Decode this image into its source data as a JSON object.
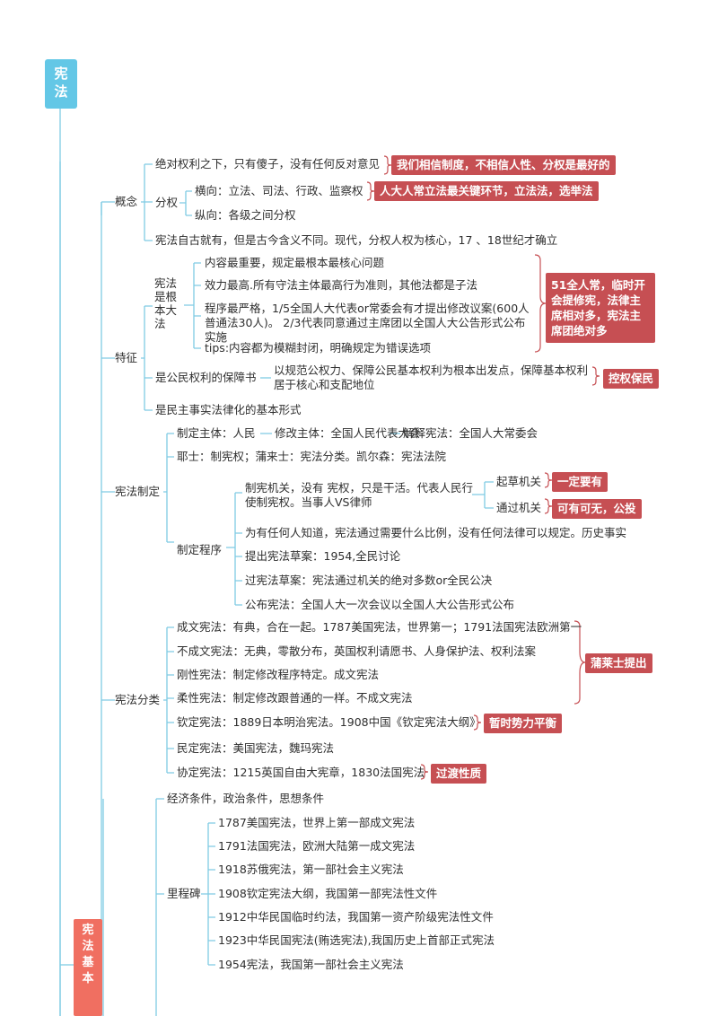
{
  "root": {
    "title": "宪\n法"
  },
  "section": {
    "title": "宪\n法\n基\n本"
  },
  "colors": {
    "root_bg": "#63c7e6",
    "line": "#7fcbe3",
    "badge": "#c64f53",
    "section_bg": "#f06f61"
  },
  "concept": {
    "label": "概念",
    "item1": "绝对权利之下，只有傻子，没有任何反对意见",
    "item1_note": "我们相信制度，不相信人性、分权是最好的",
    "fenquan": "分权",
    "hengxiang": "横向：立法、司法、行政、监察权",
    "hengxiang_note": "人大人常立法最关键环节，立法法，选举法",
    "zongxiang": "纵向：各级之间分权",
    "item3": "宪法自古就有，但是古今含义不同。现代，分权人权为核心，17 、18世纪才确立"
  },
  "feature": {
    "label": "特征",
    "genben": "宪法是根本大法",
    "g1": "内容最重要，规定最根本最核心问题",
    "g2": "效力最高.所有守法主体最高行为准则，其他法都是子法",
    "g3": "程序最严格，1/5全国人大代表or常委会有才提出修改议案(600人普通法30人)。 2/3代表同意通过主席团以全国人大公告形式公布实施",
    "g4": "tips:内容都为模糊封闭，明确规定为错误选项",
    "g_note": "51全人常，临时开会提修宪，法律主席相对多，宪法主席团绝对多",
    "baozhang": "是公民权利的保障书",
    "baozhang_desc": "以规范公权力、保障公民基本权利为根本出发点，保障基本权利居于核心和支配地位",
    "baozhang_note": "控权保民",
    "minzhu": "是民主事实法律化的基本形式"
  },
  "making": {
    "label": "宪法制定",
    "subject": "制定主体：人民",
    "modify": "修改主体：全国人民代表大会",
    "interpret": "解释宪法：全国人大常委会",
    "yeshi": "耶士：制宪权；蒲来士：宪法分类。凯尔森：宪法法院",
    "process": "制定程序",
    "organ": "制宪机关，没有    宪权，只是干活。代表人民行使制宪权。当事人VS律师",
    "draft_org": "起草机关",
    "draft_note": "一定要有",
    "pass_org": "通过机关",
    "pass_note": "可有可无，公投",
    "p2": "为有任何人知道，宪法通过需要什么比例，没有任何法律可以规定。历史事实",
    "p3": "提出宪法草案：1954,全民讨论",
    "p4": "过宪法草案：宪法通过机关的绝对多数or全民公决",
    "p5": "公布宪法：全国人大一次会议以全国人大公告形式公布"
  },
  "classify": {
    "label": "宪法分类",
    "c1": "成文宪法：有典，合在一起。1787美国宪法，世界第一；1791法国宪法欧洲第一",
    "c2": "不成文宪法：无典，零散分布，英国权利请愿书、人身保护法、权利法案",
    "c3": "刚性宪法：制定修改程序特定。成文宪法",
    "c4": "柔性宪法：制定修改跟普通的一样。不成文宪法",
    "c_note": "蒲莱士提出",
    "c5": "钦定宪法：1889日本明治宪法。1908中国《钦定宪法大纲》",
    "c5_note": "暂时势力平衡",
    "c6": "民定宪法：美国宪法，魏玛宪法",
    "c7": "协定宪法：1215英国自由大宪章，1830法国宪法",
    "c7_note": "过渡性质"
  },
  "history": {
    "conditions": "经济条件，政治条件，思想条件",
    "label": "里程碑",
    "m": [
      "1787美国宪法，世界上第一部成文宪法",
      "1791法国宪法，欧洲大陆第一成文宪法",
      "1918苏俄宪法，第一部社会主义宪法",
      "1908钦定宪法大纲，我国第一部宪法性文件",
      "1912中华民国临时约法，我国第一资产阶级宪法性文件",
      "1923中华民国宪法(贿选宪法),我国历史上首部正式宪法",
      "1954宪法，我国第一部社会主义宪法"
    ]
  }
}
